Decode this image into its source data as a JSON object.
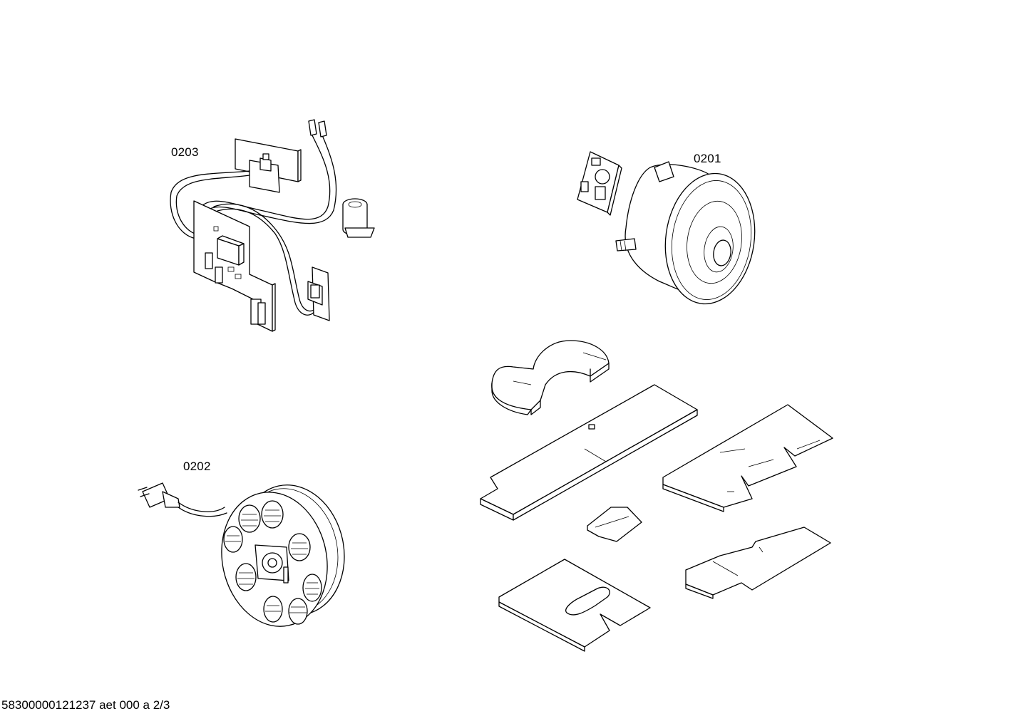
{
  "callouts": {
    "c0201": "0201",
    "c0202": "0202",
    "c0203": "0203"
  },
  "footer": {
    "text": "58300000121237 aet 000 a 2/3"
  },
  "colors": {
    "line": "#000000",
    "background": "#ffffff"
  }
}
